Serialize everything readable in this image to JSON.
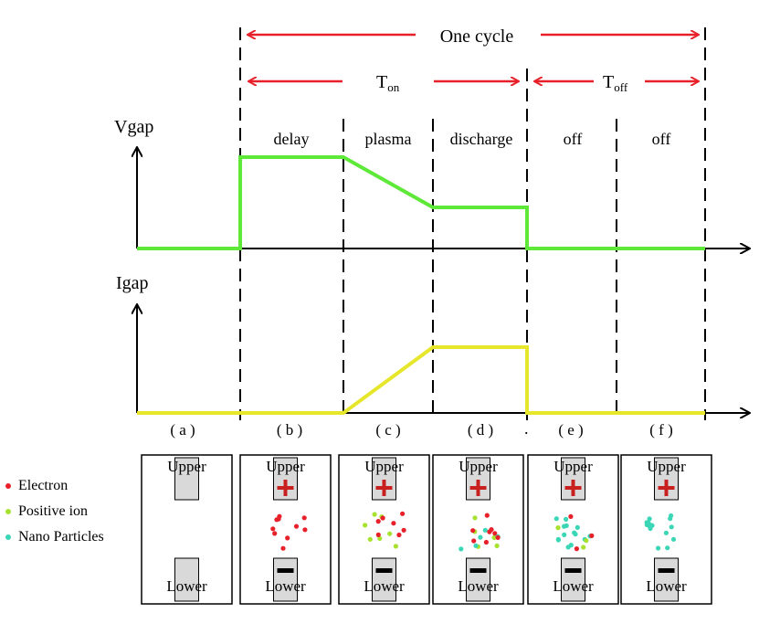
{
  "header": {
    "one_cycle": "One cycle",
    "t_on": {
      "main": "T",
      "sub": "on"
    },
    "t_off": {
      "main": "T",
      "sub": "off"
    }
  },
  "axes": {
    "vgap_label": "Vgap",
    "igap_label": "Igap"
  },
  "phases": [
    {
      "id": "a",
      "name": "",
      "letter": "( a )"
    },
    {
      "id": "b",
      "name": "delay",
      "letter": "( b )"
    },
    {
      "id": "c",
      "name": "plasma",
      "letter": "( c )"
    },
    {
      "id": "d",
      "name": "discharge",
      "letter": "( d )"
    },
    {
      "id": "e",
      "name": "off",
      "letter": "( e )"
    },
    {
      "id": "f",
      "name": "off",
      "letter": "( f )"
    }
  ],
  "electrodes": {
    "upper": "Upper",
    "lower": "Lower"
  },
  "legend": [
    {
      "key": "electron",
      "label": "Electron",
      "color": "#e8202a"
    },
    {
      "key": "positive_ion",
      "label": "Positive ion",
      "color": "#a6e22e"
    },
    {
      "key": "nano_particles",
      "label": "Nano Particles",
      "color": "#3ad6b5"
    }
  ],
  "colors": {
    "vgap_trace": "#5ee838",
    "igap_trace": "#e6e62a",
    "arrow": "#e8202a",
    "electrode_fill": "#d9d9d9",
    "plus_sign": "#c8201e",
    "minus_sign": "#000000"
  },
  "particle_counts": {
    "b": {
      "electron": 10,
      "positive_ion": 0,
      "nano_particles": 0
    },
    "c": {
      "electron": 7,
      "positive_ion": 7,
      "nano_particles": 0
    },
    "d": {
      "electron": 8,
      "positive_ion": 5,
      "nano_particles": 5
    },
    "e": {
      "electron": 3,
      "positive_ion": 3,
      "nano_particles": 14
    },
    "f": {
      "electron": 0,
      "positive_ion": 0,
      "nano_particles": 16
    }
  }
}
